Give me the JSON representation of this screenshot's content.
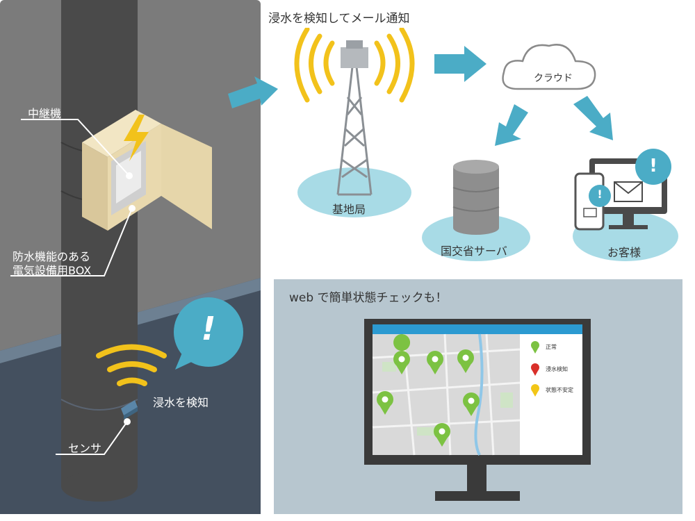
{
  "left_panel": {
    "relay_label": "中継機",
    "box_label_line1": "防水機能のある",
    "box_label_line2": "電気設備用BOX",
    "detect_label": "浸水を検知",
    "sensor_label": "センサ",
    "bubble_mark": "!"
  },
  "network": {
    "heading": "浸水を検知してメール通知",
    "base_station_label": "基地局",
    "cloud_label": "クラウド",
    "server_label": "国交省サーバ",
    "customer_label": "お客様",
    "alert_mark": "!"
  },
  "web_panel": {
    "heading": "web で簡単状態チェックも！",
    "legend": [
      {
        "label": "正常",
        "color": "#7cc242"
      },
      {
        "label": "浸水検知",
        "color": "#d9302a"
      },
      {
        "label": "状態不安定",
        "color": "#f2c617"
      }
    ]
  },
  "colors": {
    "accent_blue": "#4bacc6",
    "yellow": "#f2c21b",
    "wall_gray": "#7a7a7a",
    "pole": "#4a4a4a",
    "water": "#445566",
    "panel_bg": "#b7c6cf",
    "light_blue_ellipse": "#a8dbe6"
  }
}
